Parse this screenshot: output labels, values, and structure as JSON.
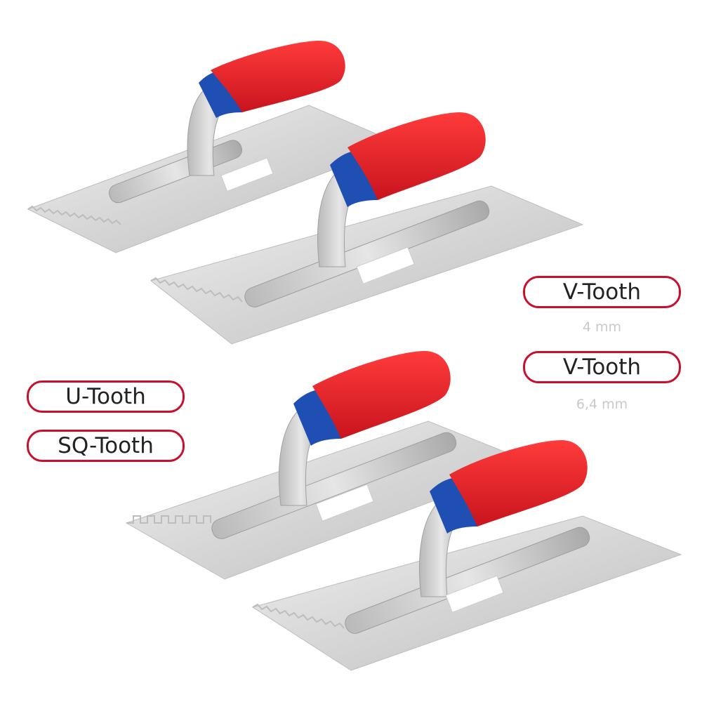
{
  "labels": {
    "v_tooth_top": "V-Tooth",
    "v_tooth_top_size": "4 mm",
    "v_tooth_bottom": "V-Tooth",
    "v_tooth_bottom_size": "6,4 mm",
    "u_tooth": "U-Tooth",
    "sq_tooth": "SQ-Tooth"
  },
  "colors": {
    "pill_border": "#c8102e",
    "handle_red": "#e8202a",
    "handle_blue": "#1f4fb3",
    "steel": "#dcdcdc",
    "caption_gray": "#c9c9c9"
  }
}
